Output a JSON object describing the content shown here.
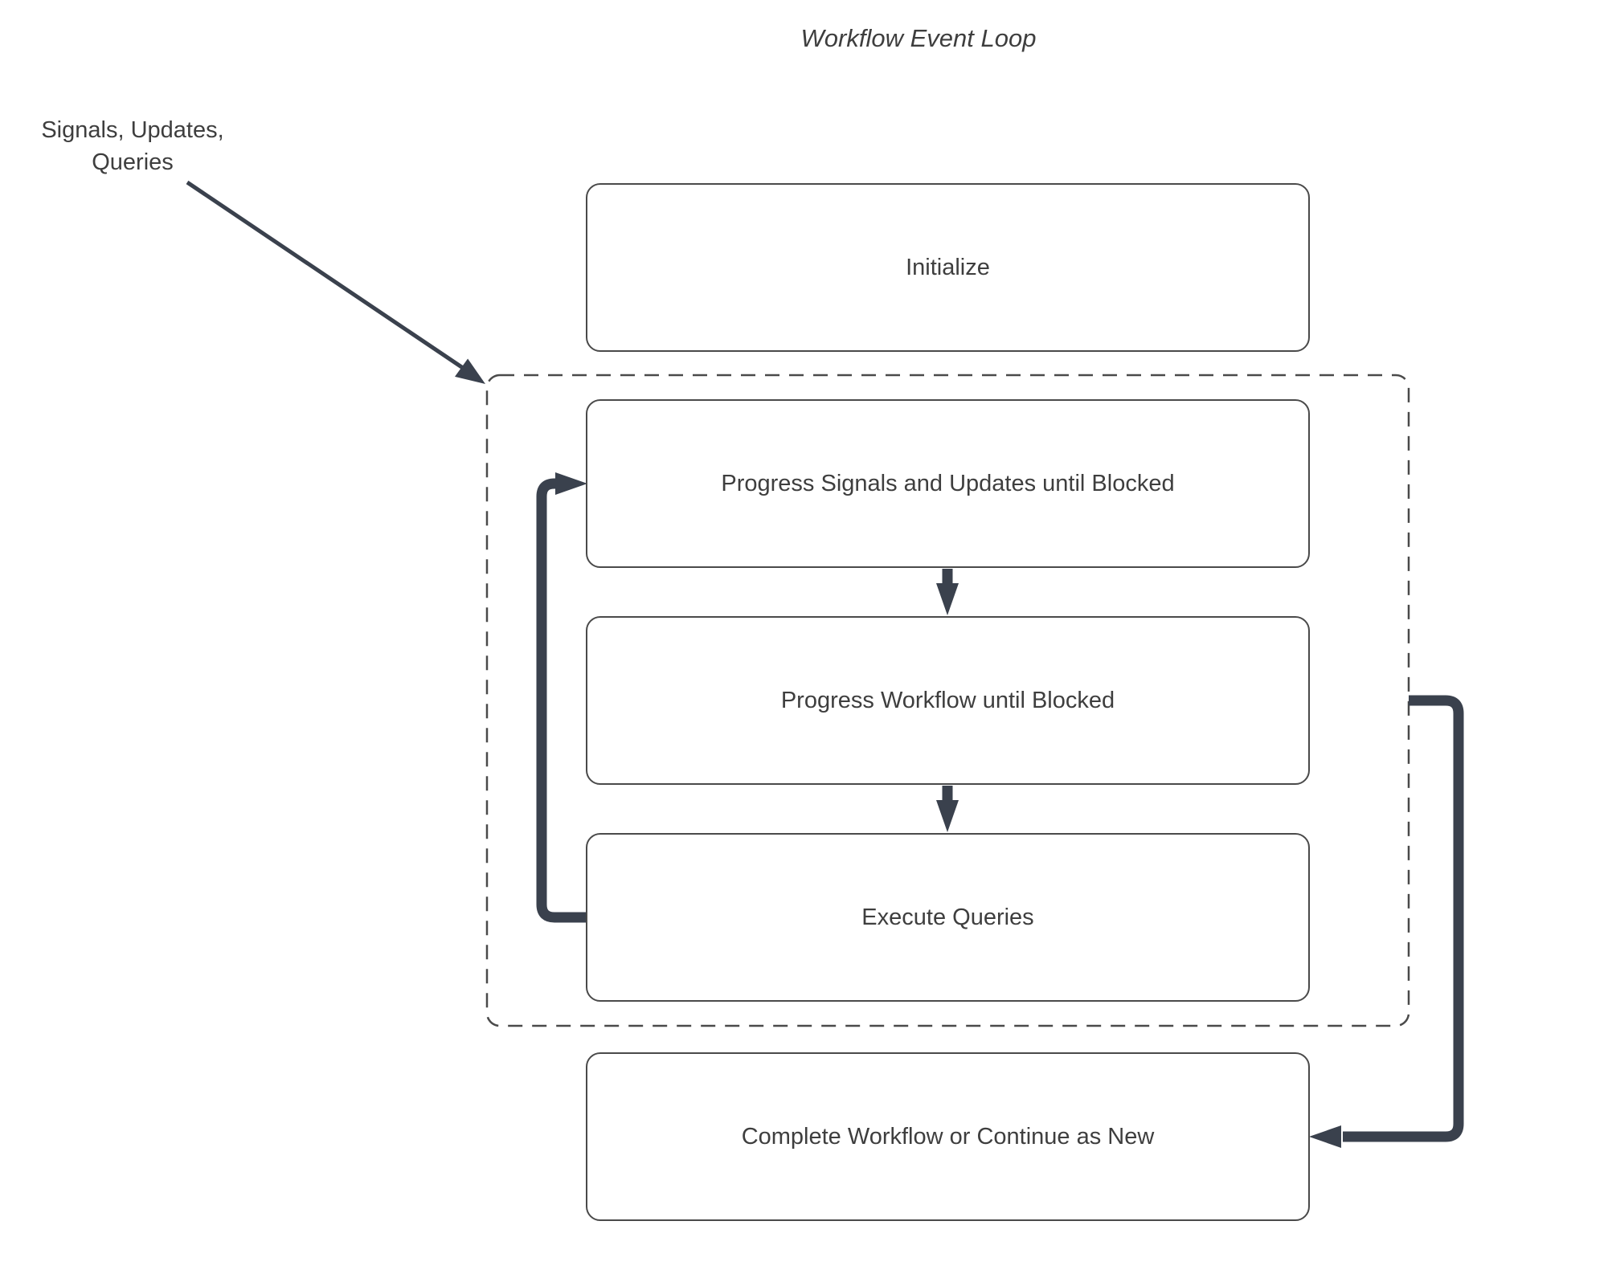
{
  "title": "Workflow Event Loop",
  "annotation": {
    "label": "Signals, Updates,\nQueries"
  },
  "nodes": {
    "initialize": {
      "label": "Initialize"
    },
    "progress_signals": {
      "label": "Progress Signals and Updates until Blocked"
    },
    "progress_workflow": {
      "label": "Progress Workflow until Blocked"
    },
    "execute_queries": {
      "label": "Execute Queries"
    },
    "complete": {
      "label": "Complete Workflow or Continue as New"
    }
  },
  "colors": {
    "arrow": "#3a414d",
    "box_border": "#4a4a4a",
    "dashed_border": "#4a4a4a",
    "text": "#3e3e3e",
    "background": "#ffffff"
  }
}
